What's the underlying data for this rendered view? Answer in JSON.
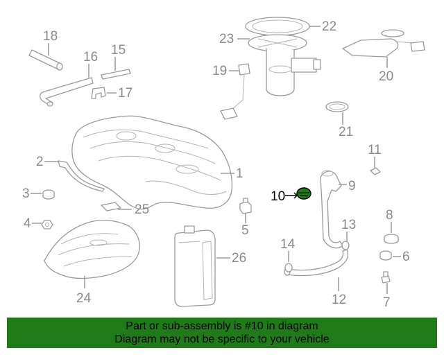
{
  "callouts": {
    "c1": "1",
    "c2": "2",
    "c3": "3",
    "c4": "4",
    "c5": "5",
    "c6": "6",
    "c7": "7",
    "c8": "8",
    "c9": "9",
    "c10": "10",
    "c11": "11",
    "c12": "12",
    "c13": "13",
    "c14": "14",
    "c15": "15",
    "c16": "16",
    "c17": "17",
    "c18": "18",
    "c19": "19",
    "c20": "20",
    "c21": "21",
    "c22": "22",
    "c23": "23",
    "c24": "24",
    "c25": "25",
    "c26": "26"
  },
  "highlighted_part": "10",
  "banner": {
    "line1": "Part or sub-assembly is #10 in diagram",
    "line2": "Diagram may not be specific to your vehicle"
  },
  "colors": {
    "banner_bg": "#1f7a18",
    "highlight_part": "#1f7a18",
    "line_art": "#9a9a9a"
  }
}
